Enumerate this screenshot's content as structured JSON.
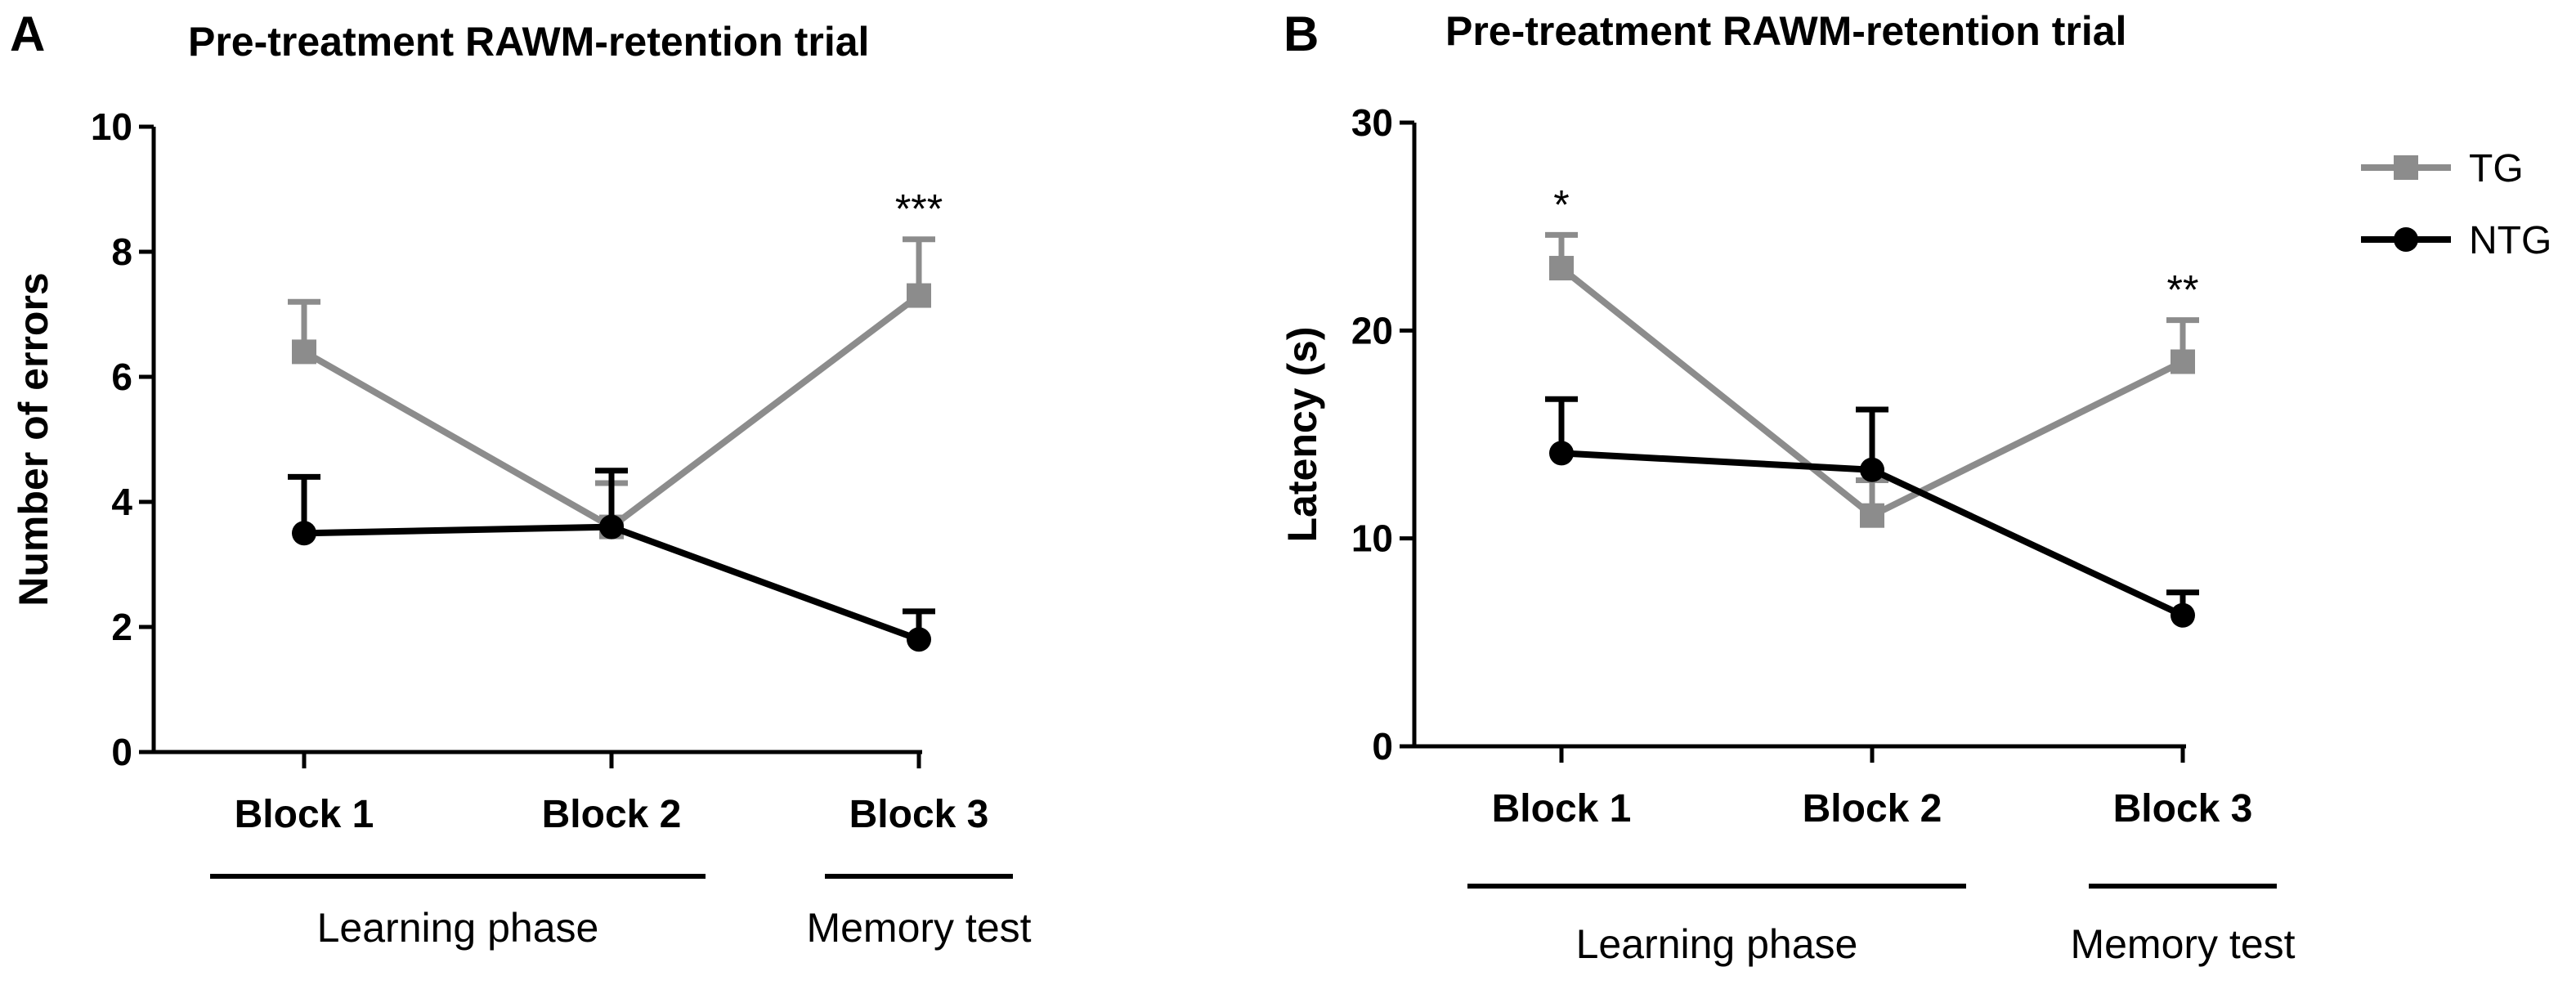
{
  "chart_data": [
    {
      "type": "line",
      "panel_letter": "A",
      "title": "Pre-treatment RAWM-retention trial",
      "xlabel": "",
      "ylabel": "Number of errors",
      "categories": [
        "Block 1",
        "Block 2",
        "Block 3"
      ],
      "ylim": [
        0,
        10
      ],
      "yticks": [
        0,
        2,
        4,
        6,
        8,
        10
      ],
      "grid": false,
      "series": [
        {
          "name": "TG",
          "color": "#8c8c8c",
          "marker": "square",
          "values": [
            6.4,
            3.6,
            7.3
          ],
          "errors": [
            0.8,
            0.7,
            0.9
          ]
        },
        {
          "name": "NTG",
          "color": "#000000",
          "marker": "circle",
          "values": [
            3.5,
            3.6,
            1.8
          ],
          "errors": [
            0.9,
            0.9,
            0.45
          ]
        }
      ],
      "significance": [
        {
          "category": "Block 3",
          "label": "***"
        }
      ],
      "phases": [
        {
          "label": "Learning phase",
          "from": "Block 1",
          "to": "Block 2"
        },
        {
          "label": "Memory test",
          "from": "Block 3",
          "to": "Block 3"
        }
      ]
    },
    {
      "type": "line",
      "panel_letter": "B",
      "title": "Pre-treatment RAWM-retention trial",
      "xlabel": "",
      "ylabel": "Latency (s)",
      "categories": [
        "Block 1",
        "Block 2",
        "Block 3"
      ],
      "ylim": [
        0,
        30
      ],
      "yticks": [
        0,
        10,
        20,
        30
      ],
      "grid": false,
      "series": [
        {
          "name": "TG",
          "color": "#8c8c8c",
          "marker": "square",
          "values": [
            23.0,
            11.1,
            18.5
          ],
          "errors": [
            1.6,
            1.7,
            2.0
          ]
        },
        {
          "name": "NTG",
          "color": "#000000",
          "marker": "circle",
          "values": [
            14.1,
            13.3,
            6.3
          ],
          "errors": [
            2.6,
            2.9,
            1.1
          ]
        }
      ],
      "significance": [
        {
          "category": "Block 1",
          "label": "*"
        },
        {
          "category": "Block 3",
          "label": "**"
        }
      ],
      "phases": [
        {
          "label": "Learning phase",
          "from": "Block 1",
          "to": "Block 2"
        },
        {
          "label": "Memory test",
          "from": "Block 3",
          "to": "Block 3"
        }
      ],
      "legend": {
        "position": "top-right",
        "entries": [
          "TG",
          "NTG"
        ]
      }
    }
  ]
}
